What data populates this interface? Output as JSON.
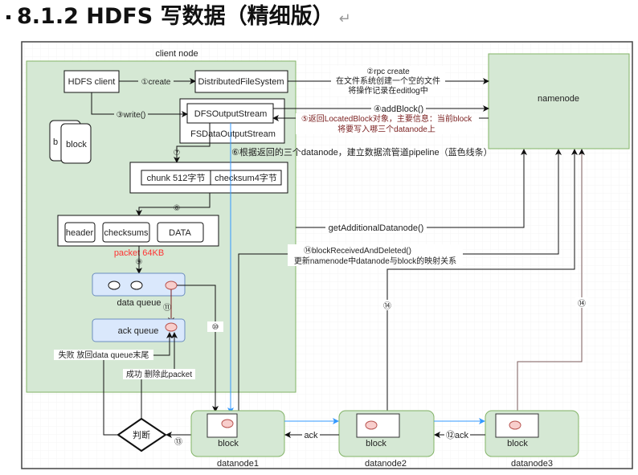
{
  "title": "8.1.2 HDFS 写数据（精细版）",
  "title_return_mark": "↵",
  "colors": {
    "green_fill": "#d5e8d4",
    "green_border": "#82b366",
    "blue_fill": "#dae8fc",
    "blue_border": "#6c8ebf",
    "pipeline": "#3399ff",
    "red_ellipse": "#f8cecc",
    "red_text": "#ff3333",
    "ack_red": "#990000",
    "brown": "#7a5a5a"
  },
  "client_node": {
    "label": "client node",
    "hdfs_client": "HDFS client",
    "create": "①create",
    "dfs": "DistributedFileSystem",
    "write": "③write()",
    "dfs_output": "DFSOutputStream",
    "fsdata_output": "FSDataOutputStream",
    "block_back": "b",
    "block_front": "block",
    "step7": "⑦",
    "chunk": "chunk 512字节",
    "checksum": "checksum4字节",
    "step8": "⑧",
    "header": "header",
    "checksums": "checksums",
    "data": "DATA",
    "packet": "packet 64KB",
    "step9": "⑨",
    "data_queue": "data queue",
    "step11": "⑪",
    "ack_queue": "ack queue",
    "step10": "⑩",
    "fail": "失败 放回data queue末尾",
    "success": "成功 删除此packet"
  },
  "namenode": {
    "label": "namenode"
  },
  "messages": {
    "rpc1": "②rpc create",
    "rpc2": "在文件系统创建一个空的文件",
    "rpc3": "将操作记录在editlog中",
    "add_block": "④addBlock()",
    "ret1": "⑤返回LocatedBlock对象，主要信息：当前block",
    "ret2": "将要写入哪三个datanode上",
    "pipeline": "⑥根据返回的三个datanode，建立数据流管道pipeline（蓝色线条）",
    "get_additional": "getAdditionalDatanode()",
    "received1": "⑭blockReceivedAndDeleted()",
    "received2": "更新namenode中datanode与block的映射关系",
    "step14a": "⑭",
    "step14b": "⑭"
  },
  "decision": {
    "label": "判断",
    "step13": "⑬"
  },
  "datanodes": [
    {
      "name": "datanode1",
      "block": "block"
    },
    {
      "name": "datanode2",
      "block": "block"
    },
    {
      "name": "datanode3",
      "block": "block"
    }
  ],
  "acks": {
    "ack1": "ack",
    "ack2": "⑫ack"
  }
}
